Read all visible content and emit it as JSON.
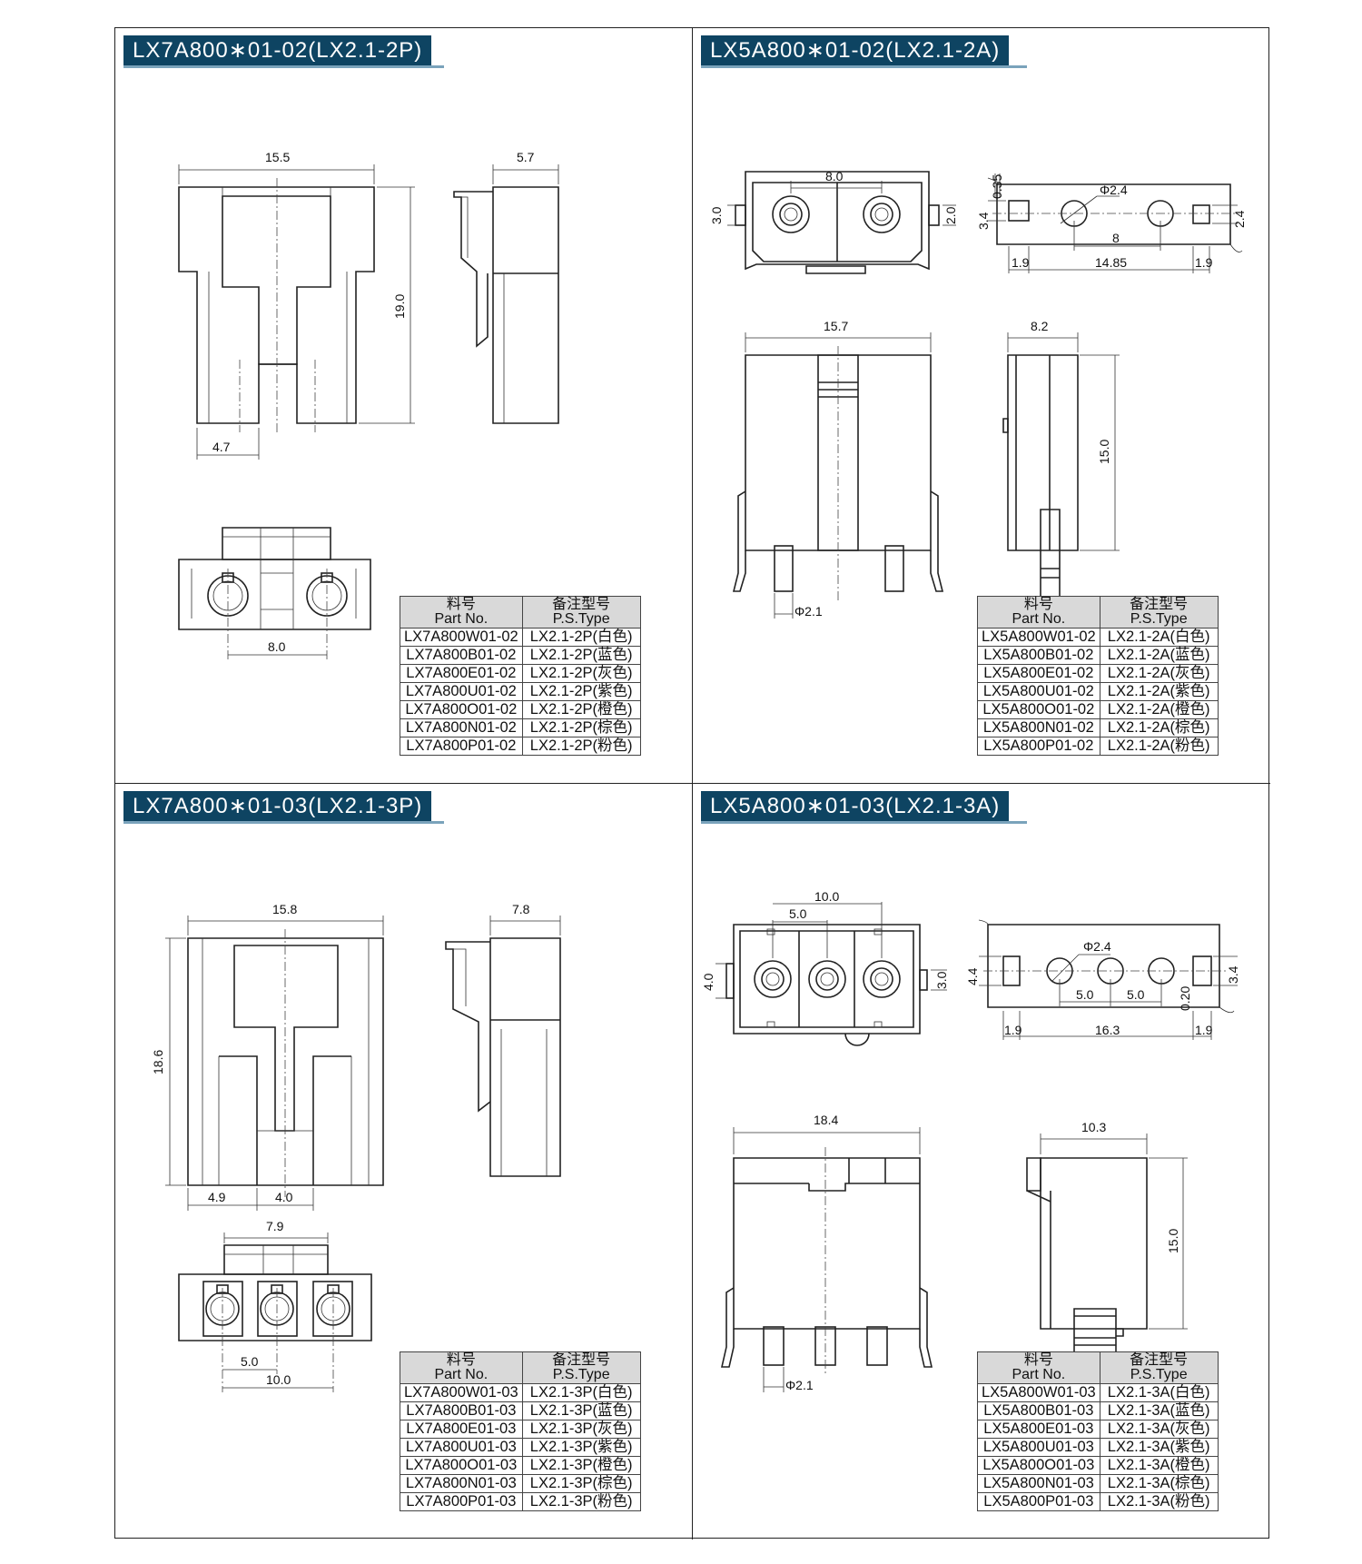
{
  "panels": [
    {
      "title": "LX7A800∗01-02(LX2.1-2P)",
      "dims": [
        "15.5",
        "5.7",
        "19.0",
        "4.7",
        "8.0"
      ],
      "table": {
        "head1": {
          "cn": "料号",
          "en": "Part No."
        },
        "head2": {
          "cn": "备注型号",
          "en": "P.S.Type"
        },
        "rows": [
          [
            "LX7A800W01-02",
            "LX2.1-2P(白色)"
          ],
          [
            "LX7A800B01-02",
            "LX2.1-2P(蓝色)"
          ],
          [
            "LX7A800E01-02",
            "LX2.1-2P(灰色)"
          ],
          [
            "LX7A800U01-02",
            "LX2.1-2P(紫色)"
          ],
          [
            "LX7A800O01-02",
            "LX2.1-2P(橙色)"
          ],
          [
            "LX7A800N01-02",
            "LX2.1-2P(棕色)"
          ],
          [
            "LX7A800P01-02",
            "LX2.1-2P(粉色)"
          ]
        ]
      }
    },
    {
      "title": "LX5A800∗01-02(LX2.1-2A)",
      "dims": [
        "8.0",
        "3.0",
        "2.0",
        "0.35",
        "Φ2.4",
        "3.4",
        "8",
        "2.4",
        "1.9",
        "14.85",
        "1.9",
        "15.7",
        "8.2",
        "15.0",
        "Φ2.1"
      ],
      "table": {
        "head1": {
          "cn": "料号",
          "en": "Part No."
        },
        "head2": {
          "cn": "备注型号",
          "en": "P.S.Type"
        },
        "rows": [
          [
            "LX5A800W01-02",
            "LX2.1-2A(白色)"
          ],
          [
            "LX5A800B01-02",
            "LX2.1-2A(蓝色)"
          ],
          [
            "LX5A800E01-02",
            "LX2.1-2A(灰色)"
          ],
          [
            "LX5A800U01-02",
            "LX2.1-2A(紫色)"
          ],
          [
            "LX5A800O01-02",
            "LX2.1-2A(橙色)"
          ],
          [
            "LX5A800N01-02",
            "LX2.1-2A(棕色)"
          ],
          [
            "LX5A800P01-02",
            "LX2.1-2A(粉色)"
          ]
        ]
      }
    },
    {
      "title": "LX7A800∗01-03(LX2.1-3P)",
      "dims": [
        "15.8",
        "7.8",
        "18.6",
        "4.9",
        "4.0",
        "7.9",
        "5.0",
        "10.0"
      ],
      "table": {
        "head1": {
          "cn": "料号",
          "en": "Part No."
        },
        "head2": {
          "cn": "备注型号",
          "en": "P.S.Type"
        },
        "rows": [
          [
            "LX7A800W01-03",
            "LX2.1-3P(白色)"
          ],
          [
            "LX7A800B01-03",
            "LX2.1-3P(蓝色)"
          ],
          [
            "LX7A800E01-03",
            "LX2.1-3P(灰色)"
          ],
          [
            "LX7A800U01-03",
            "LX2.1-3P(紫色)"
          ],
          [
            "LX7A800O01-03",
            "LX2.1-3P(橙色)"
          ],
          [
            "LX7A800N01-03",
            "LX2.1-3P(棕色)"
          ],
          [
            "LX7A800P01-03",
            "LX2.1-3P(粉色)"
          ]
        ]
      }
    },
    {
      "title": "LX5A800∗01-03(LX2.1-3A)",
      "dims": [
        "10.0",
        "5.0",
        "4.0",
        "3.0",
        "Φ2.4",
        "4.4",
        "5.0",
        "5.0",
        "0.20",
        "3.4",
        "1.9",
        "16.3",
        "1.9",
        "18.4",
        "10.3",
        "15.0",
        "Φ2.1"
      ],
      "table": {
        "head1": {
          "cn": "料号",
          "en": "Part No."
        },
        "head2": {
          "cn": "备注型号",
          "en": "P.S.Type"
        },
        "rows": [
          [
            "LX5A800W01-03",
            "LX2.1-3A(白色)"
          ],
          [
            "LX5A800B01-03",
            "LX2.1-3A(蓝色)"
          ],
          [
            "LX5A800E01-03",
            "LX2.1-3A(灰色)"
          ],
          [
            "LX5A800U01-03",
            "LX2.1-3A(紫色)"
          ],
          [
            "LX5A800O01-03",
            "LX2.1-3A(橙色)"
          ],
          [
            "LX5A800N01-03",
            "LX2.1-3A(棕色)"
          ],
          [
            "LX5A800P01-03",
            "LX2.1-3A(粉色)"
          ]
        ]
      }
    }
  ]
}
